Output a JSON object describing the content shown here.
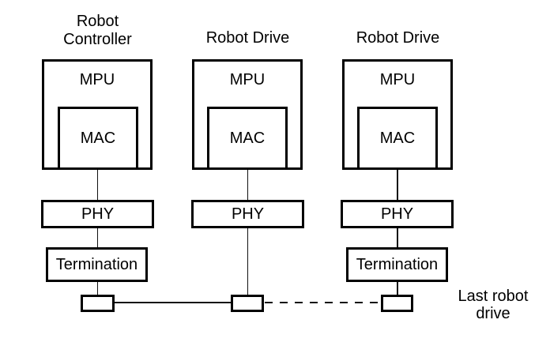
{
  "diagram": {
    "nodes": [
      {
        "title": "Robot Controller",
        "mpu_label": "MPU",
        "mac_label": "MAC",
        "phy_label": "PHY",
        "termination_label": "Termination"
      },
      {
        "title": "Robot Drive",
        "mpu_label": "MPU",
        "mac_label": "MAC",
        "phy_label": "PHY"
      },
      {
        "title": "Robot Drive",
        "mpu_label": "MPU",
        "mac_label": "MAC",
        "phy_label": "PHY",
        "termination_label": "Termination"
      }
    ],
    "annotation": "Last robot drive",
    "colors": {
      "line": "#000000",
      "background": "#ffffff"
    }
  }
}
